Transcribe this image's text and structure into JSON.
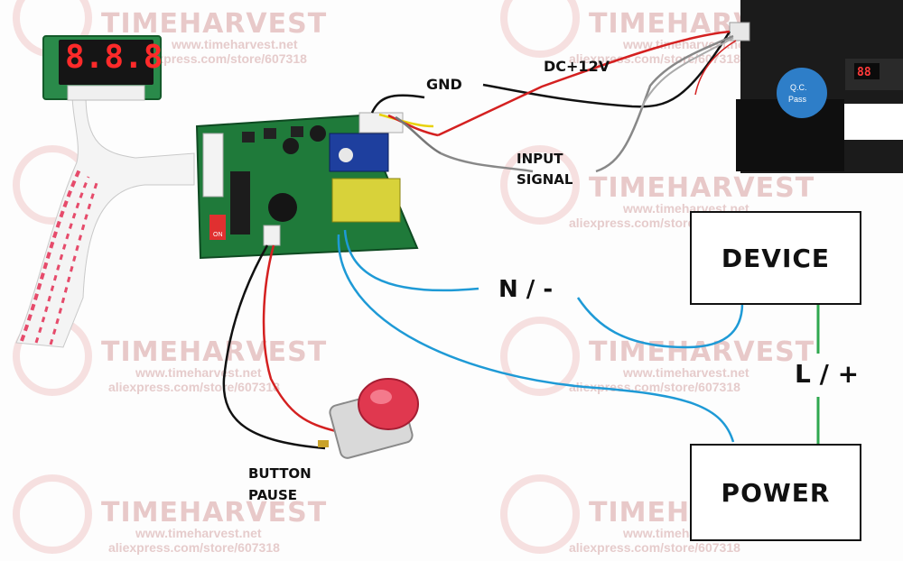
{
  "watermark": {
    "brand": "TIMEHARVEST",
    "url_line1": "www.timeharvest.net",
    "url_line2": "aliexpress.com/store/607318"
  },
  "labels": {
    "gnd": "GND",
    "dc12v": "DC+12V",
    "input_signal_line1": "INPUT",
    "input_signal_line2": "SIGNAL",
    "neutral": "N / -",
    "live": "L / +",
    "button_pause_line1": "BUTTON",
    "button_pause_line2": "PAUSE"
  },
  "boxes": {
    "device": "DEVICE",
    "power": "POWER"
  },
  "display": {
    "digits": "8.8.8"
  },
  "coin_acceptor": {
    "qc_badge_line1": "Q.C.",
    "qc_badge_line2": "Pass",
    "mini_display": "88"
  },
  "board": {
    "dip_switch_label": "ON"
  },
  "colors": {
    "wire_red": "#d42020",
    "wire_black": "#111111",
    "wire_gray": "#777777",
    "wire_blue": "#1e9ad6",
    "wire_green": "#2fa84f",
    "wire_yellow": "#e8d20a",
    "pcb_green": "#1f7a3a",
    "button_red": "#e0384f"
  }
}
